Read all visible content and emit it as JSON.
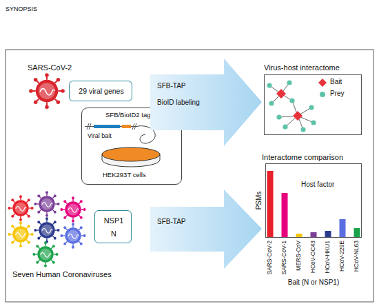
{
  "diagram": {
    "title": "SYNOPSIS",
    "nodes": [
      {
        "text": [
          "29 viral genes"
        ]
      },
      {
        "text": [
          "SFB/BioID2 tag",
          "Viral bait",
          "HEK293T cells"
        ]
      },
      {
        "text": [
          "SFB-TAP",
          "BioID labeling"
        ]
      },
      {
        "text": [
          "Virus-host interactome"
        ]
      },
      {
        "text": [
          "NSP1",
          "N"
        ]
      },
      {
        "text": [
          "SFB-TAP"
        ]
      },
      {
        "text": [
          "Interactome comparison"
        ]
      }
    ],
    "labels": [
      "SARS-CoV-2",
      "Seven Human Coronaviruses",
      "PSMs",
      "Host factor",
      "SARS-CoV-2",
      "SARS-CoV-1",
      "MERS-CoV",
      "HCoV-OC43",
      "HCoV-HKU1",
      "HCoV-229E",
      "HCoV-NL63",
      "Bait (N or NSP1)"
    ],
    "legend": [
      {
        "text": "Bait"
      },
      {
        "text": "Prey"
      }
    ]
  }
}
